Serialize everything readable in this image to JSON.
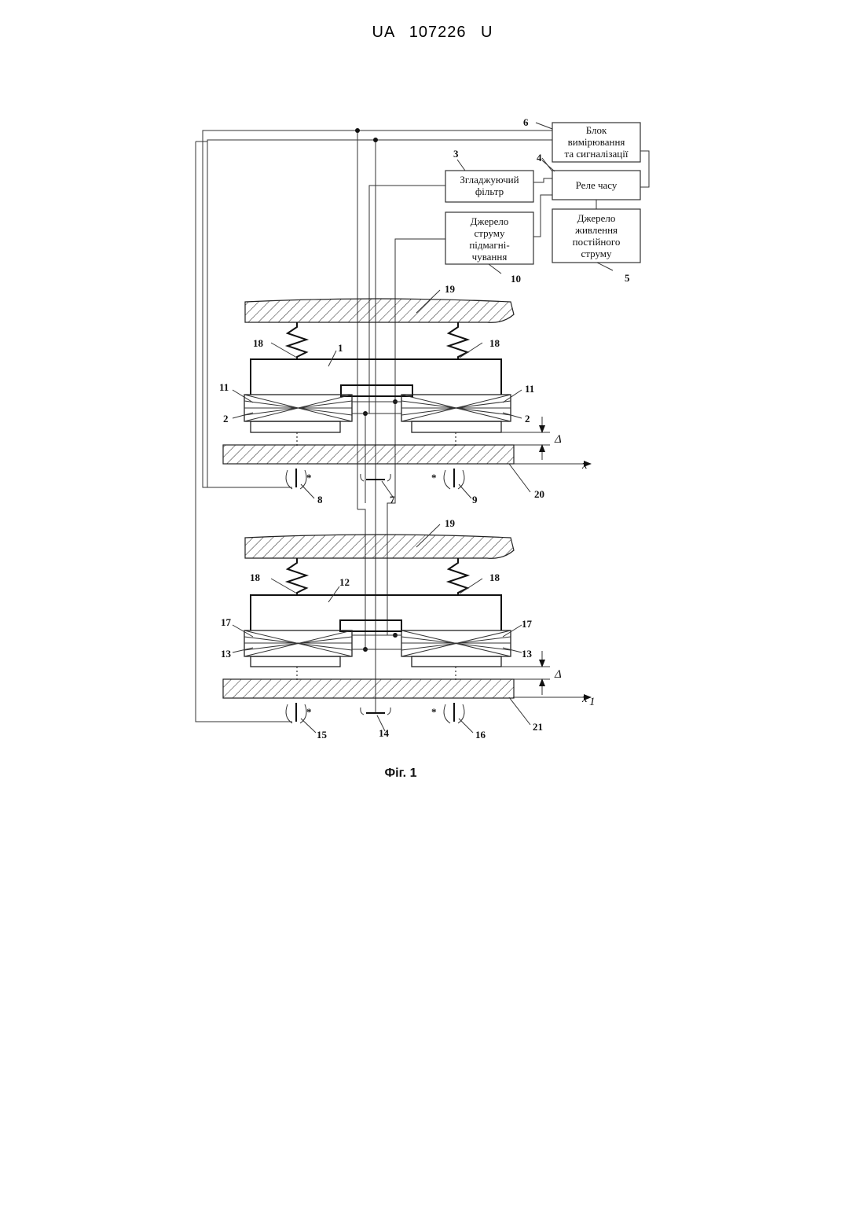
{
  "header": {
    "doc_number": "UA 107226 U"
  },
  "blocks": {
    "b6": [
      "Блок",
      "вимірювання",
      "та сигналізації"
    ],
    "b3": [
      "Згладжуючий",
      "фільтр"
    ],
    "b4": [
      "Реле часу"
    ],
    "b5": [
      "Джерело",
      "живлення",
      "постійного",
      "струму"
    ],
    "b10": [
      "Джерело",
      "струму",
      "підмагні-",
      "чування"
    ]
  },
  "labels": {
    "n1": "1",
    "n2": "2",
    "n3": "3",
    "n4": "4",
    "n5": "5",
    "n6": "6",
    "n7": "7",
    "n8": "8",
    "n9": "9",
    "n10": "10",
    "n11": "11",
    "n12": "12",
    "n13": "13",
    "n14": "14",
    "n15": "15",
    "n16": "16",
    "n17": "17",
    "n18": "18",
    "n19": "19",
    "n20": "20",
    "n21": "21",
    "delta": "Δ",
    "x": "x",
    "x1": "x",
    "x1_sub": "1",
    "star": "*"
  },
  "caption": "Фіг. 1"
}
